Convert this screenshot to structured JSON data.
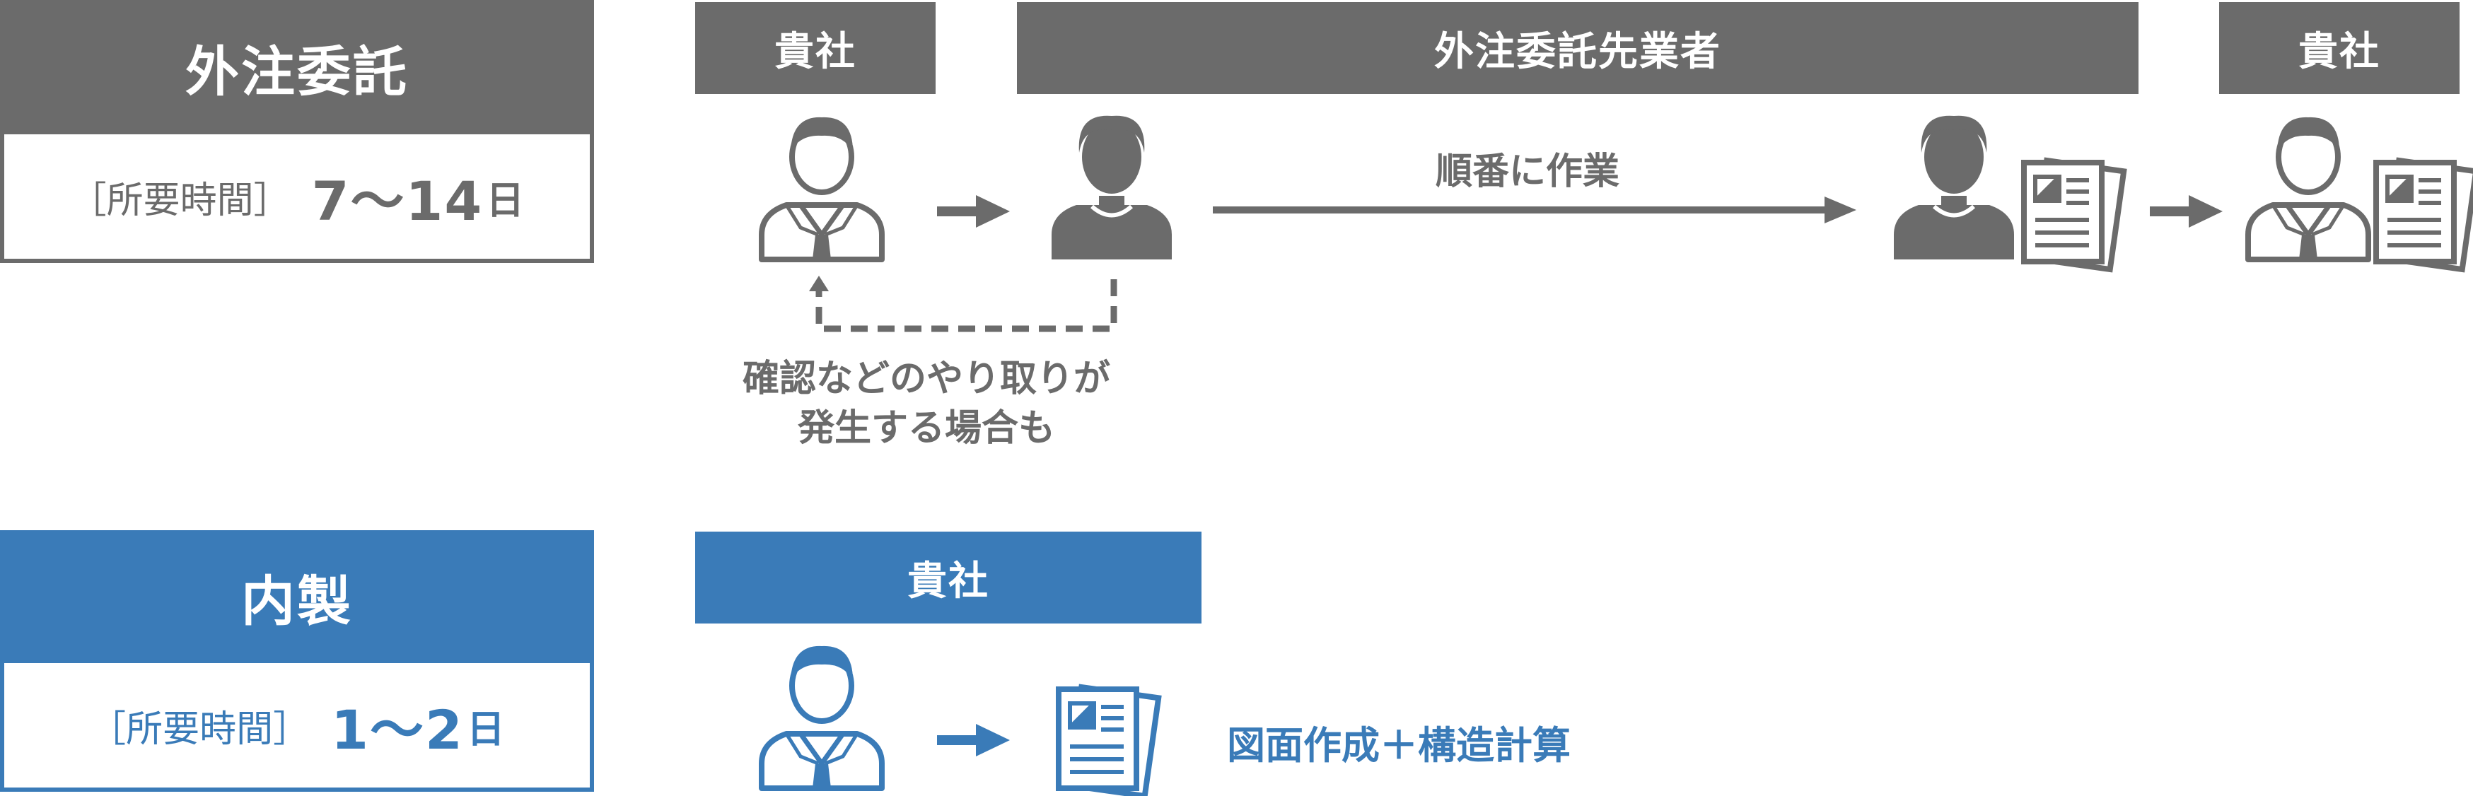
{
  "outsourcing": {
    "title": "外注委託",
    "time_label": "［所要時間］",
    "time_range": "7〜14",
    "time_unit": "日",
    "headers": {
      "client_left": "貴社",
      "contractor": "外注委託先業者",
      "client_right": "貴社"
    },
    "work_label": "順番に作業",
    "note_line1": "確認などのやり取りが",
    "note_line2": "発生する場合も"
  },
  "inhouse": {
    "title": "内製",
    "time_label": "［所要時間］",
    "time_range": "1〜2",
    "time_unit": "日",
    "header": "貴社",
    "result_label": "図面作成＋構造計算"
  },
  "colors": {
    "gray": "#6b6b6b",
    "blue": "#3a7bb8",
    "white": "#ffffff"
  }
}
